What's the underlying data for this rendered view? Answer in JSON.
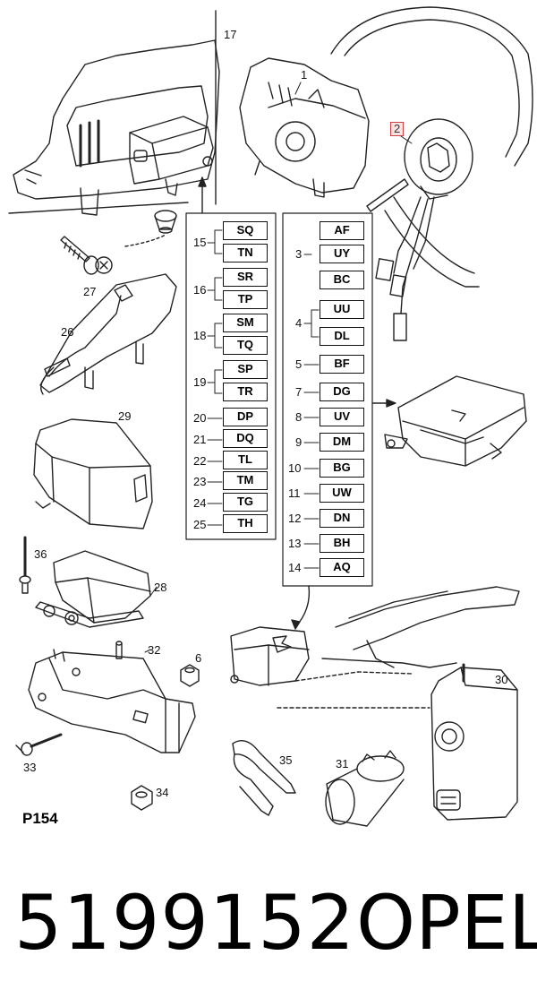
{
  "diagram": {
    "figure_code": "P154",
    "part_number": "5199152",
    "brand": "OPEL",
    "callouts": {
      "c1": "1",
      "c2": "2",
      "c3": "3",
      "c4": "4",
      "c5": "5",
      "c6": "6",
      "c7": "7",
      "c8": "8",
      "c9": "9",
      "c10": "10",
      "c11": "11",
      "c12": "12",
      "c13": "13",
      "c14": "14",
      "c15": "15",
      "c16": "16",
      "c17": "17",
      "c18": "18",
      "c19": "19",
      "c20": "20",
      "c21": "21",
      "c22": "22",
      "c23": "23",
      "c24": "24",
      "c25": "25",
      "c26": "26",
      "c27": "27",
      "c28": "28",
      "c29": "29",
      "c30": "30",
      "c31": "31",
      "c32": "32",
      "c33": "33",
      "c34": "34",
      "c35": "35",
      "c36": "36"
    },
    "codes_left": {
      "sq": "SQ",
      "tn": "TN",
      "sr": "SR",
      "tp": "TP",
      "sm": "SM",
      "tq": "TQ",
      "sp": "SP",
      "tr": "TR",
      "dp": "DP",
      "dq": "DQ",
      "tl": "TL",
      "tm": "TM",
      "tg": "TG",
      "th": "TH"
    },
    "codes_right": {
      "af": "AF",
      "uy": "UY",
      "bc": "BC",
      "uu": "UU",
      "dl": "DL",
      "bf": "BF",
      "dg": "DG",
      "uv": "UV",
      "dm": "DM",
      "bg": "BG",
      "uw": "UW",
      "dn": "DN",
      "bh": "BH",
      "aq": "AQ"
    }
  }
}
